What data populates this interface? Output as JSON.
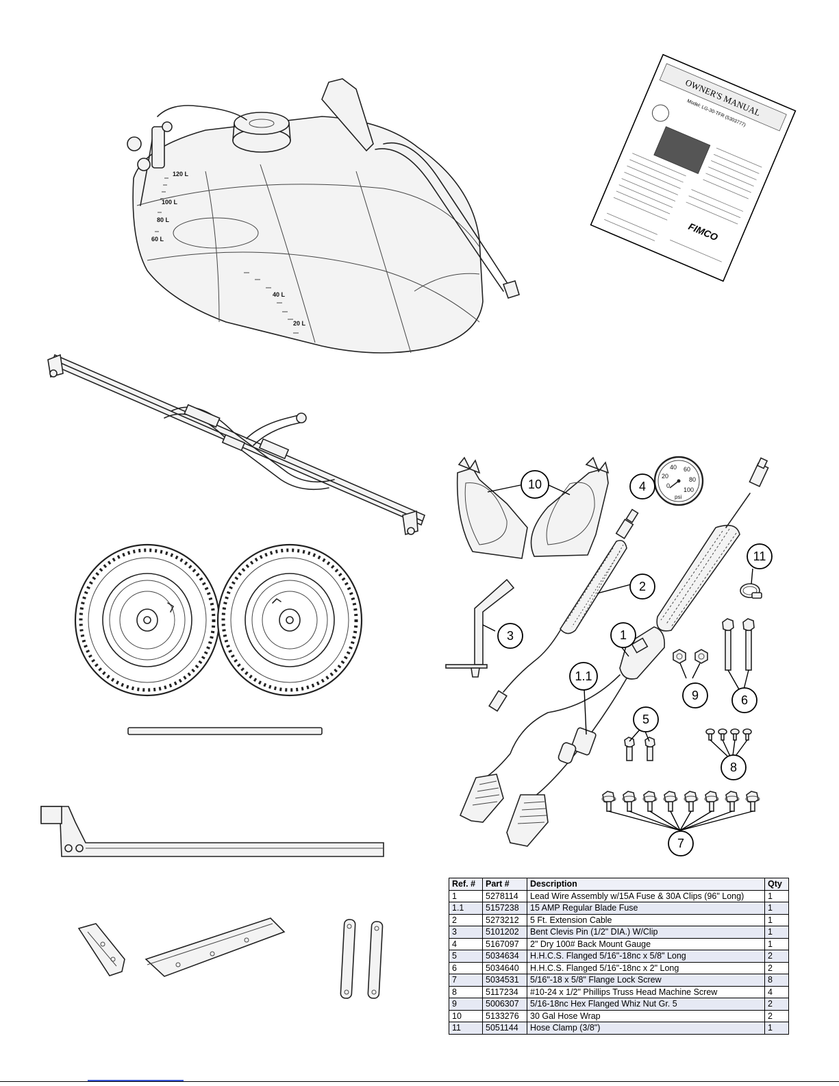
{
  "manual": {
    "title": "OWNER'S MANUAL",
    "brand": "FIMCO",
    "model": "Model: LG-30-TFR (5303777)"
  },
  "tank": {
    "volume_marks": [
      "120 L",
      "100 L",
      "80 L",
      "60 L",
      "40 L",
      "20 L"
    ]
  },
  "gauge": {
    "unit": "psi",
    "scale": [
      "0",
      "20",
      "40",
      "60",
      "80",
      "100"
    ]
  },
  "callouts": [
    "10",
    "4",
    "11",
    "2",
    "3",
    "1",
    "1.1",
    "9",
    "6",
    "5",
    "8",
    "7"
  ],
  "table": {
    "headers": [
      "Ref. #",
      "Part #",
      "Description",
      "Qty"
    ],
    "rows": [
      [
        "1",
        "5278114",
        "Lead Wire Assembly w/15A Fuse & 30A Clips (96\" Long)",
        "1"
      ],
      [
        "1.1",
        "5157238",
        "15 AMP Regular Blade Fuse",
        "1"
      ],
      [
        "2",
        "5273212",
        "5 Ft. Extension Cable",
        "1"
      ],
      [
        "3",
        "5101202",
        "Bent Clevis Pin (1/2\" DIA.) W/Clip",
        "1"
      ],
      [
        "4",
        "5167097",
        "2\" Dry 100# Back Mount Gauge",
        "1"
      ],
      [
        "5",
        "5034634",
        "H.H.C.S. Flanged 5/16\"-18nc x 5/8\" Long",
        "2"
      ],
      [
        "6",
        "5034640",
        "H.H.C.S. Flanged 5/16\"-18nc x 2\" Long",
        "2"
      ],
      [
        "7",
        "5034531",
        "5/16\"-18 x 5/8\" Flange Lock Screw",
        "8"
      ],
      [
        "8",
        "5117234",
        "#10-24 x 1/2\" Phillips Truss Head Machine Screw",
        "4"
      ],
      [
        "9",
        "5006307",
        "5/16-18nc Hex Flanged Whiz Nut Gr. 5",
        "2"
      ],
      [
        "10",
        "5133276",
        "30 Gal Hose Wrap",
        "2"
      ],
      [
        "11",
        "5051144",
        "Hose Clamp (3/8\")",
        "1"
      ]
    ]
  }
}
